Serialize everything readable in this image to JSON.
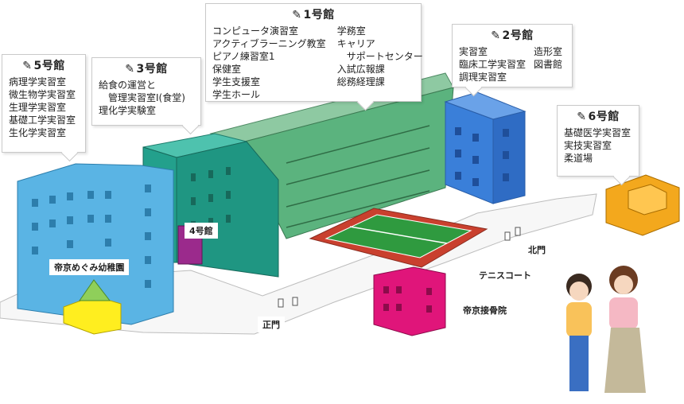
{
  "buildings": {
    "b1": {
      "name": "1号館",
      "col1": [
        "コンピュータ演習室",
        "アクティブラーニング教室",
        "ピアノ練習室1",
        "保健室",
        "学生支援室",
        "学生ホール"
      ],
      "col2": [
        "学務室",
        "キャリア",
        "　サポートセンター",
        "入試広報課",
        "総務経理課"
      ]
    },
    "b2": {
      "name": "2号館",
      "col1": [
        "実習室",
        "臨床工学実習室",
        "調理実習室"
      ],
      "col2": [
        "造形室",
        "図書館"
      ]
    },
    "b3": {
      "name": "3号館",
      "items": [
        "給食の運営と",
        "　管理実習室Ⅰ(食堂)",
        "理化学実験室"
      ]
    },
    "b5": {
      "name": "5号館",
      "items": [
        "病理学実習室",
        "微生物学実習室",
        "生理学実習室",
        "基礎工学実習室",
        "生化学実習室"
      ]
    },
    "b6": {
      "name": "6号館",
      "items": [
        "基礎医学実習室",
        "実技実習室",
        "柔道場"
      ]
    }
  },
  "map_labels": {
    "b4": "4号館",
    "kindergarten": "帝京めぐみ幼稚園",
    "tennis": "テニスコート",
    "north_gate": "北門",
    "main_gate": "正門",
    "clinic": "帝京接骨院"
  },
  "icons": {
    "pencil": "✎"
  },
  "colors": {
    "b1": "#5bb37e",
    "b2": "#3a7fd9",
    "b3": "#27a592",
    "b4": "#9b2a8c",
    "b5": "#5ab4e4",
    "b6": "#f3a81d",
    "clinic": "#e0157a",
    "court": "#2f9a3f",
    "court_border": "#c9402e",
    "kinder": "#ffee1f"
  }
}
